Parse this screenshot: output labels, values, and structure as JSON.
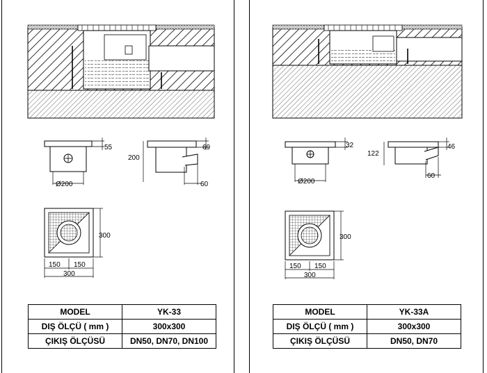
{
  "panels": [
    {
      "model_label": "MODEL",
      "model_value": "YK-33",
      "size_label": "DIŞ ÖLÇÜ ( mm )",
      "size_value": "300x300",
      "outlet_label": "ÇIKIŞ ÖLÇÜSÜ",
      "outlet_value": "DN50, DN70, DN100",
      "dims": {
        "front_width": "Ø200",
        "front_flange": "55",
        "side_height": "200",
        "side_top": "69",
        "side_outlet": "60",
        "plan_size": "300",
        "plan_half_left": "150",
        "plan_half_right": "150",
        "plan_width": "300"
      }
    },
    {
      "model_label": "MODEL",
      "model_value": "YK-33A",
      "size_label": "DIŞ ÖLÇÜ ( mm )",
      "size_value": "300x300",
      "outlet_label": "ÇIKIŞ ÖLÇÜSÜ",
      "outlet_value": "DN50, DN70",
      "dims": {
        "front_width": "Ø200",
        "front_flange": "32",
        "side_height": "122",
        "side_top": "46",
        "side_outlet": "60",
        "plan_size": "300",
        "plan_half_left": "150",
        "plan_half_right": "150",
        "plan_width": "300"
      }
    }
  ]
}
